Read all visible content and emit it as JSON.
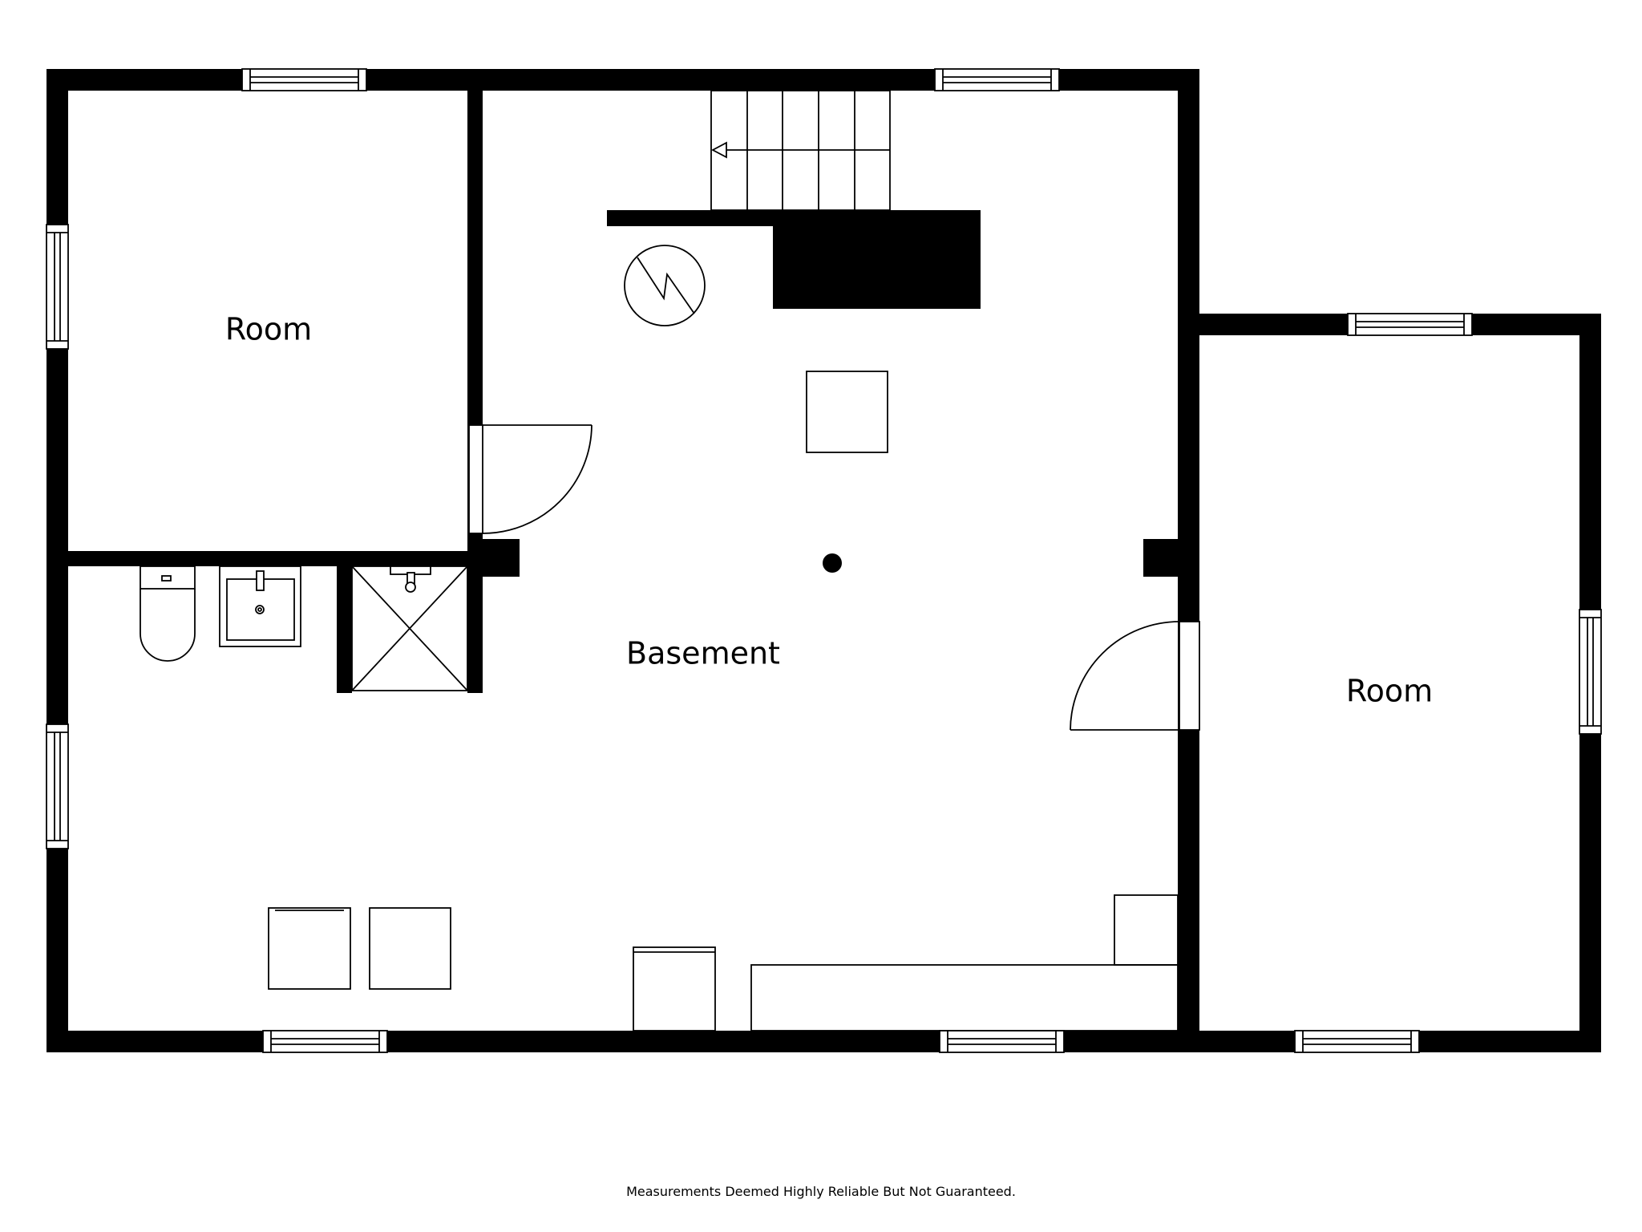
{
  "rooms": {
    "room_top_left": "Room",
    "basement": "Basement",
    "room_right": "Room"
  },
  "footer": {
    "disclaimer": "Measurements Deemed Highly Reliable But Not Guaranteed."
  },
  "colors": {
    "wall": "#000000",
    "background": "#ffffff"
  },
  "icons": {
    "water_heater": "circle-with-zigzag",
    "stairs_direction": "arrow-left"
  }
}
